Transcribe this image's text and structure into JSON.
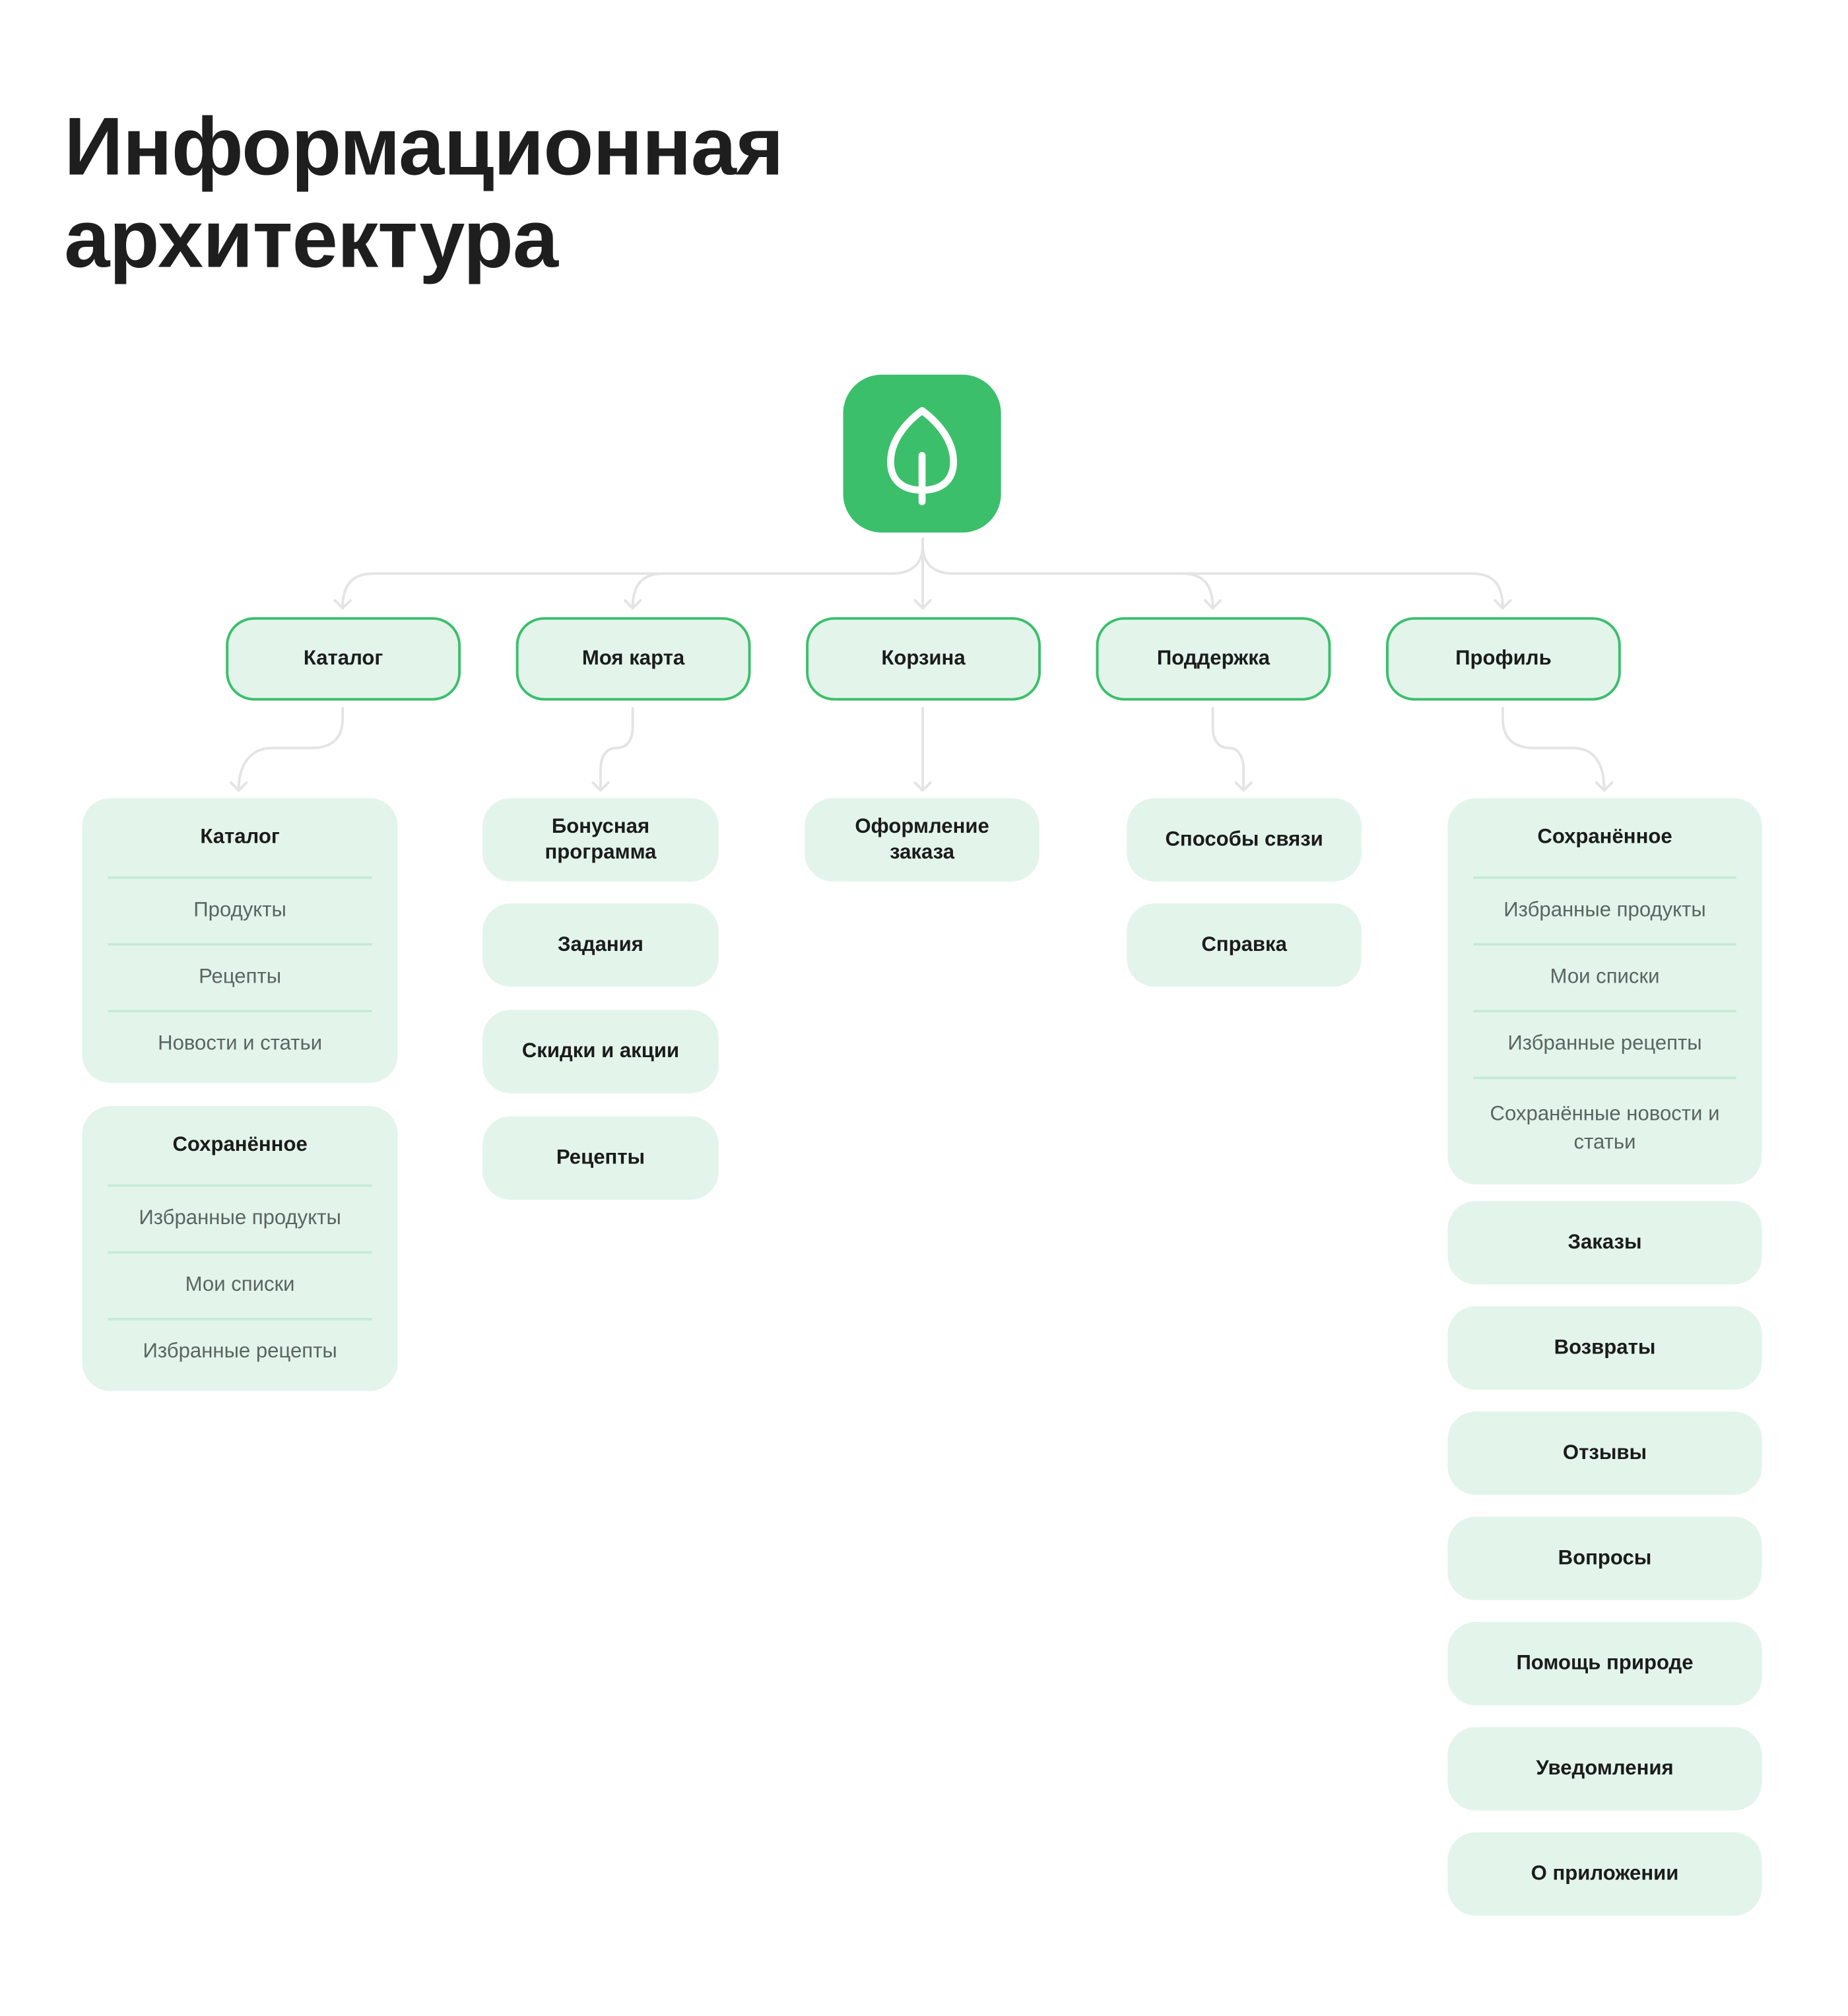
{
  "title_line1": "Информационная",
  "title_line2": "архитектура",
  "colors": {
    "accent": "#3BBF6B",
    "box_bg": "#E3F5EA",
    "connector": "#E4E4E4"
  },
  "logo_icon": "leaf-icon",
  "top": [
    "Каталог",
    "Моя карта",
    "Корзина",
    "Поддержка",
    "Профиль"
  ],
  "catalog": {
    "group1": {
      "header": "Каталог",
      "items": [
        "Продукты",
        "Рецепты",
        "Новости и статьи"
      ]
    },
    "group2": {
      "header": "Сохранённое",
      "items": [
        "Избранные продукты",
        "Мои списки",
        "Избранные рецепты"
      ]
    }
  },
  "card": [
    "Бонусная программа",
    "Задания",
    "Скидки и акции",
    "Рецепты"
  ],
  "cart": [
    "Оформление заказа"
  ],
  "support": [
    "Способы связи",
    "Справка"
  ],
  "profile": {
    "saved": {
      "header": "Сохранённое",
      "items": [
        "Избранные продукты",
        "Мои списки",
        "Избранные рецепты",
        "Сохранённые новости и статьи"
      ]
    },
    "items": [
      "Заказы",
      "Возвраты",
      "Отзывы",
      "Вопросы",
      "Помощь природе",
      "Уведомления",
      "О приложении"
    ]
  }
}
